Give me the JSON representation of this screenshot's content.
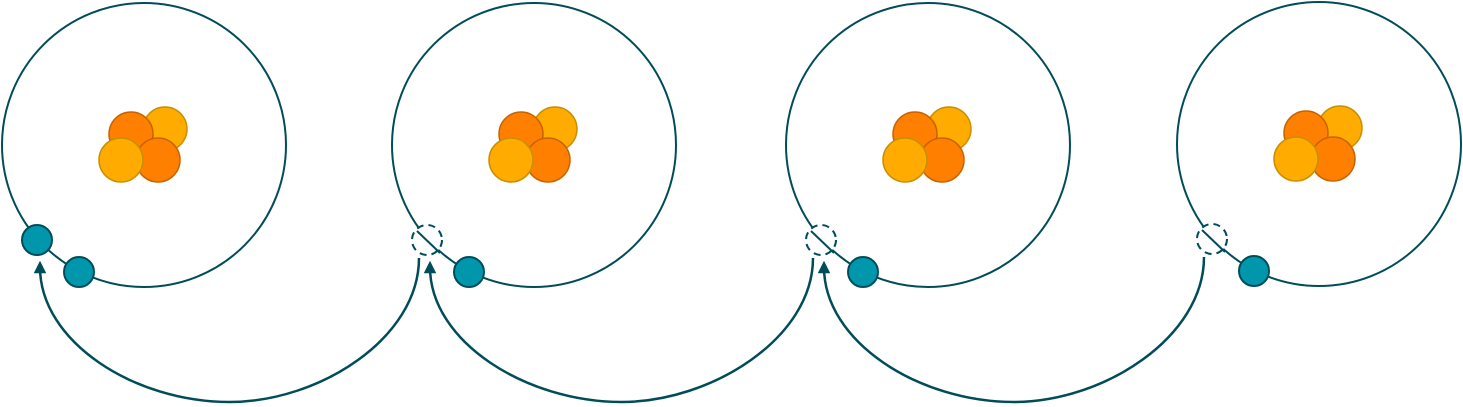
{
  "colors": {
    "orbit": "#004d5a",
    "electron": "#0097ad",
    "proton": "#ff7f00",
    "proton_stroke": "#c86400",
    "neutron": "#ffab00",
    "neutron_stroke": "#c89000",
    "arrow": "#004d5a"
  },
  "atoms": [
    {
      "electrons_present": 2,
      "electron_vacancy": false
    },
    {
      "electrons_present": 1,
      "electron_vacancy": true
    },
    {
      "electrons_present": 1,
      "electron_vacancy": true
    },
    {
      "electrons_present": 1,
      "electron_vacancy": true
    }
  ],
  "transfers": [
    {
      "from_atom": 2,
      "to_atom": 1
    },
    {
      "from_atom": 3,
      "to_atom": 2
    },
    {
      "from_atom": 4,
      "to_atom": 3
    }
  ]
}
